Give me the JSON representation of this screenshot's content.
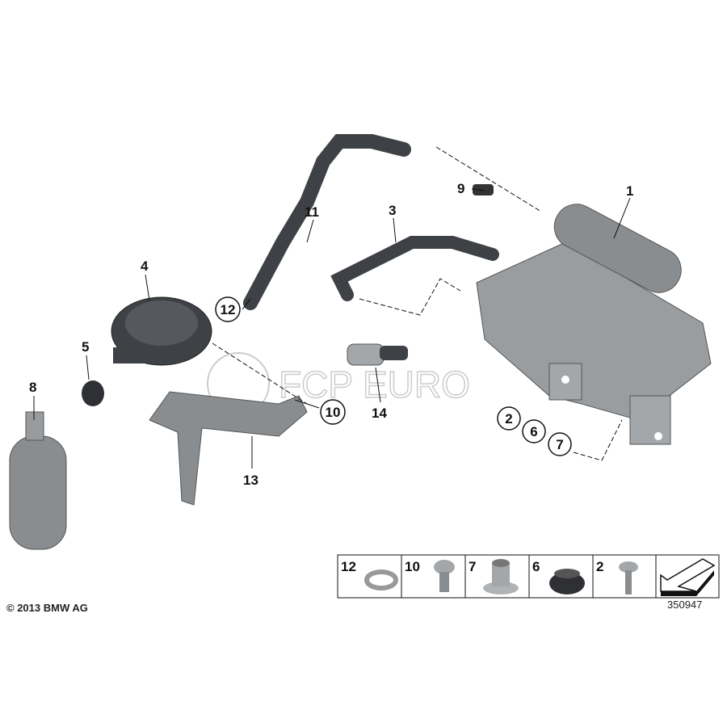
{
  "callouts": {
    "c1": "1",
    "c2": "2",
    "c3": "3",
    "c4": "4",
    "c5": "5",
    "c6": "6",
    "c7": "7",
    "c8": "8",
    "c9": "9",
    "c10": "10",
    "c11": "11",
    "c12": "12",
    "c13": "13",
    "c14": "14"
  },
  "legend": [
    {
      "label": "12",
      "part": "hose-clamp"
    },
    {
      "label": "10",
      "part": "screw"
    },
    {
      "label": "7",
      "part": "bushing"
    },
    {
      "label": "6",
      "part": "rubber-grommet"
    },
    {
      "label": "2",
      "part": "hex-bolt"
    }
  ],
  "diagram_number": "350947",
  "copyright": "© 2013 BMW AG",
  "watermark": "FCP EURO",
  "colors": {
    "part": "#8a8d90",
    "dark_part": "#3e4145",
    "line": "#111111"
  }
}
